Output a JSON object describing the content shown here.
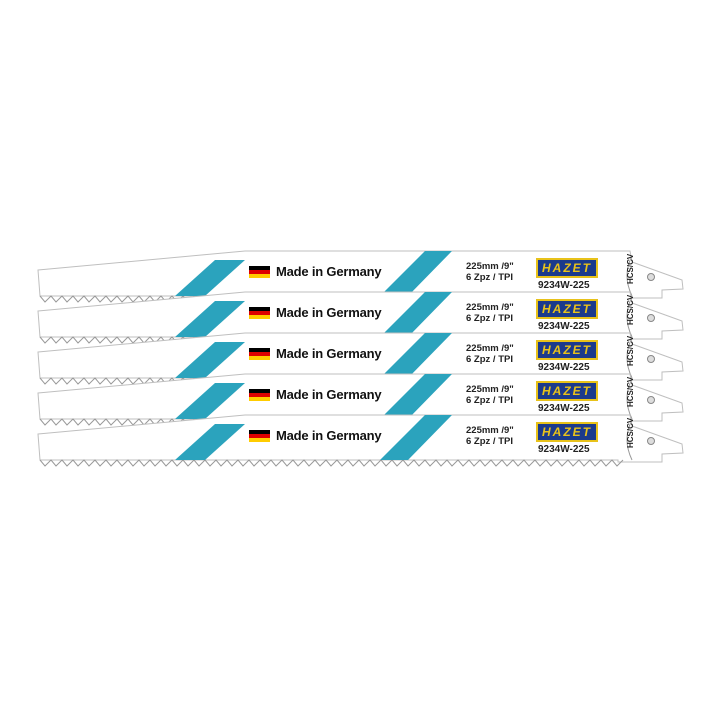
{
  "product": {
    "blade_count": 5,
    "made_in": "Made in Germany",
    "length": "225mm /9\"",
    "tpi": "6 Zpz / TPI",
    "brand": "HAZET",
    "code": "9234W-225",
    "material": "HCS/CV"
  },
  "colors": {
    "accent": "#2ba3bd",
    "logo_bg": "#1b3a8c",
    "logo_fg": "#e8c21a",
    "blade": "#ffffff",
    "outline": "#bfbfbf"
  }
}
